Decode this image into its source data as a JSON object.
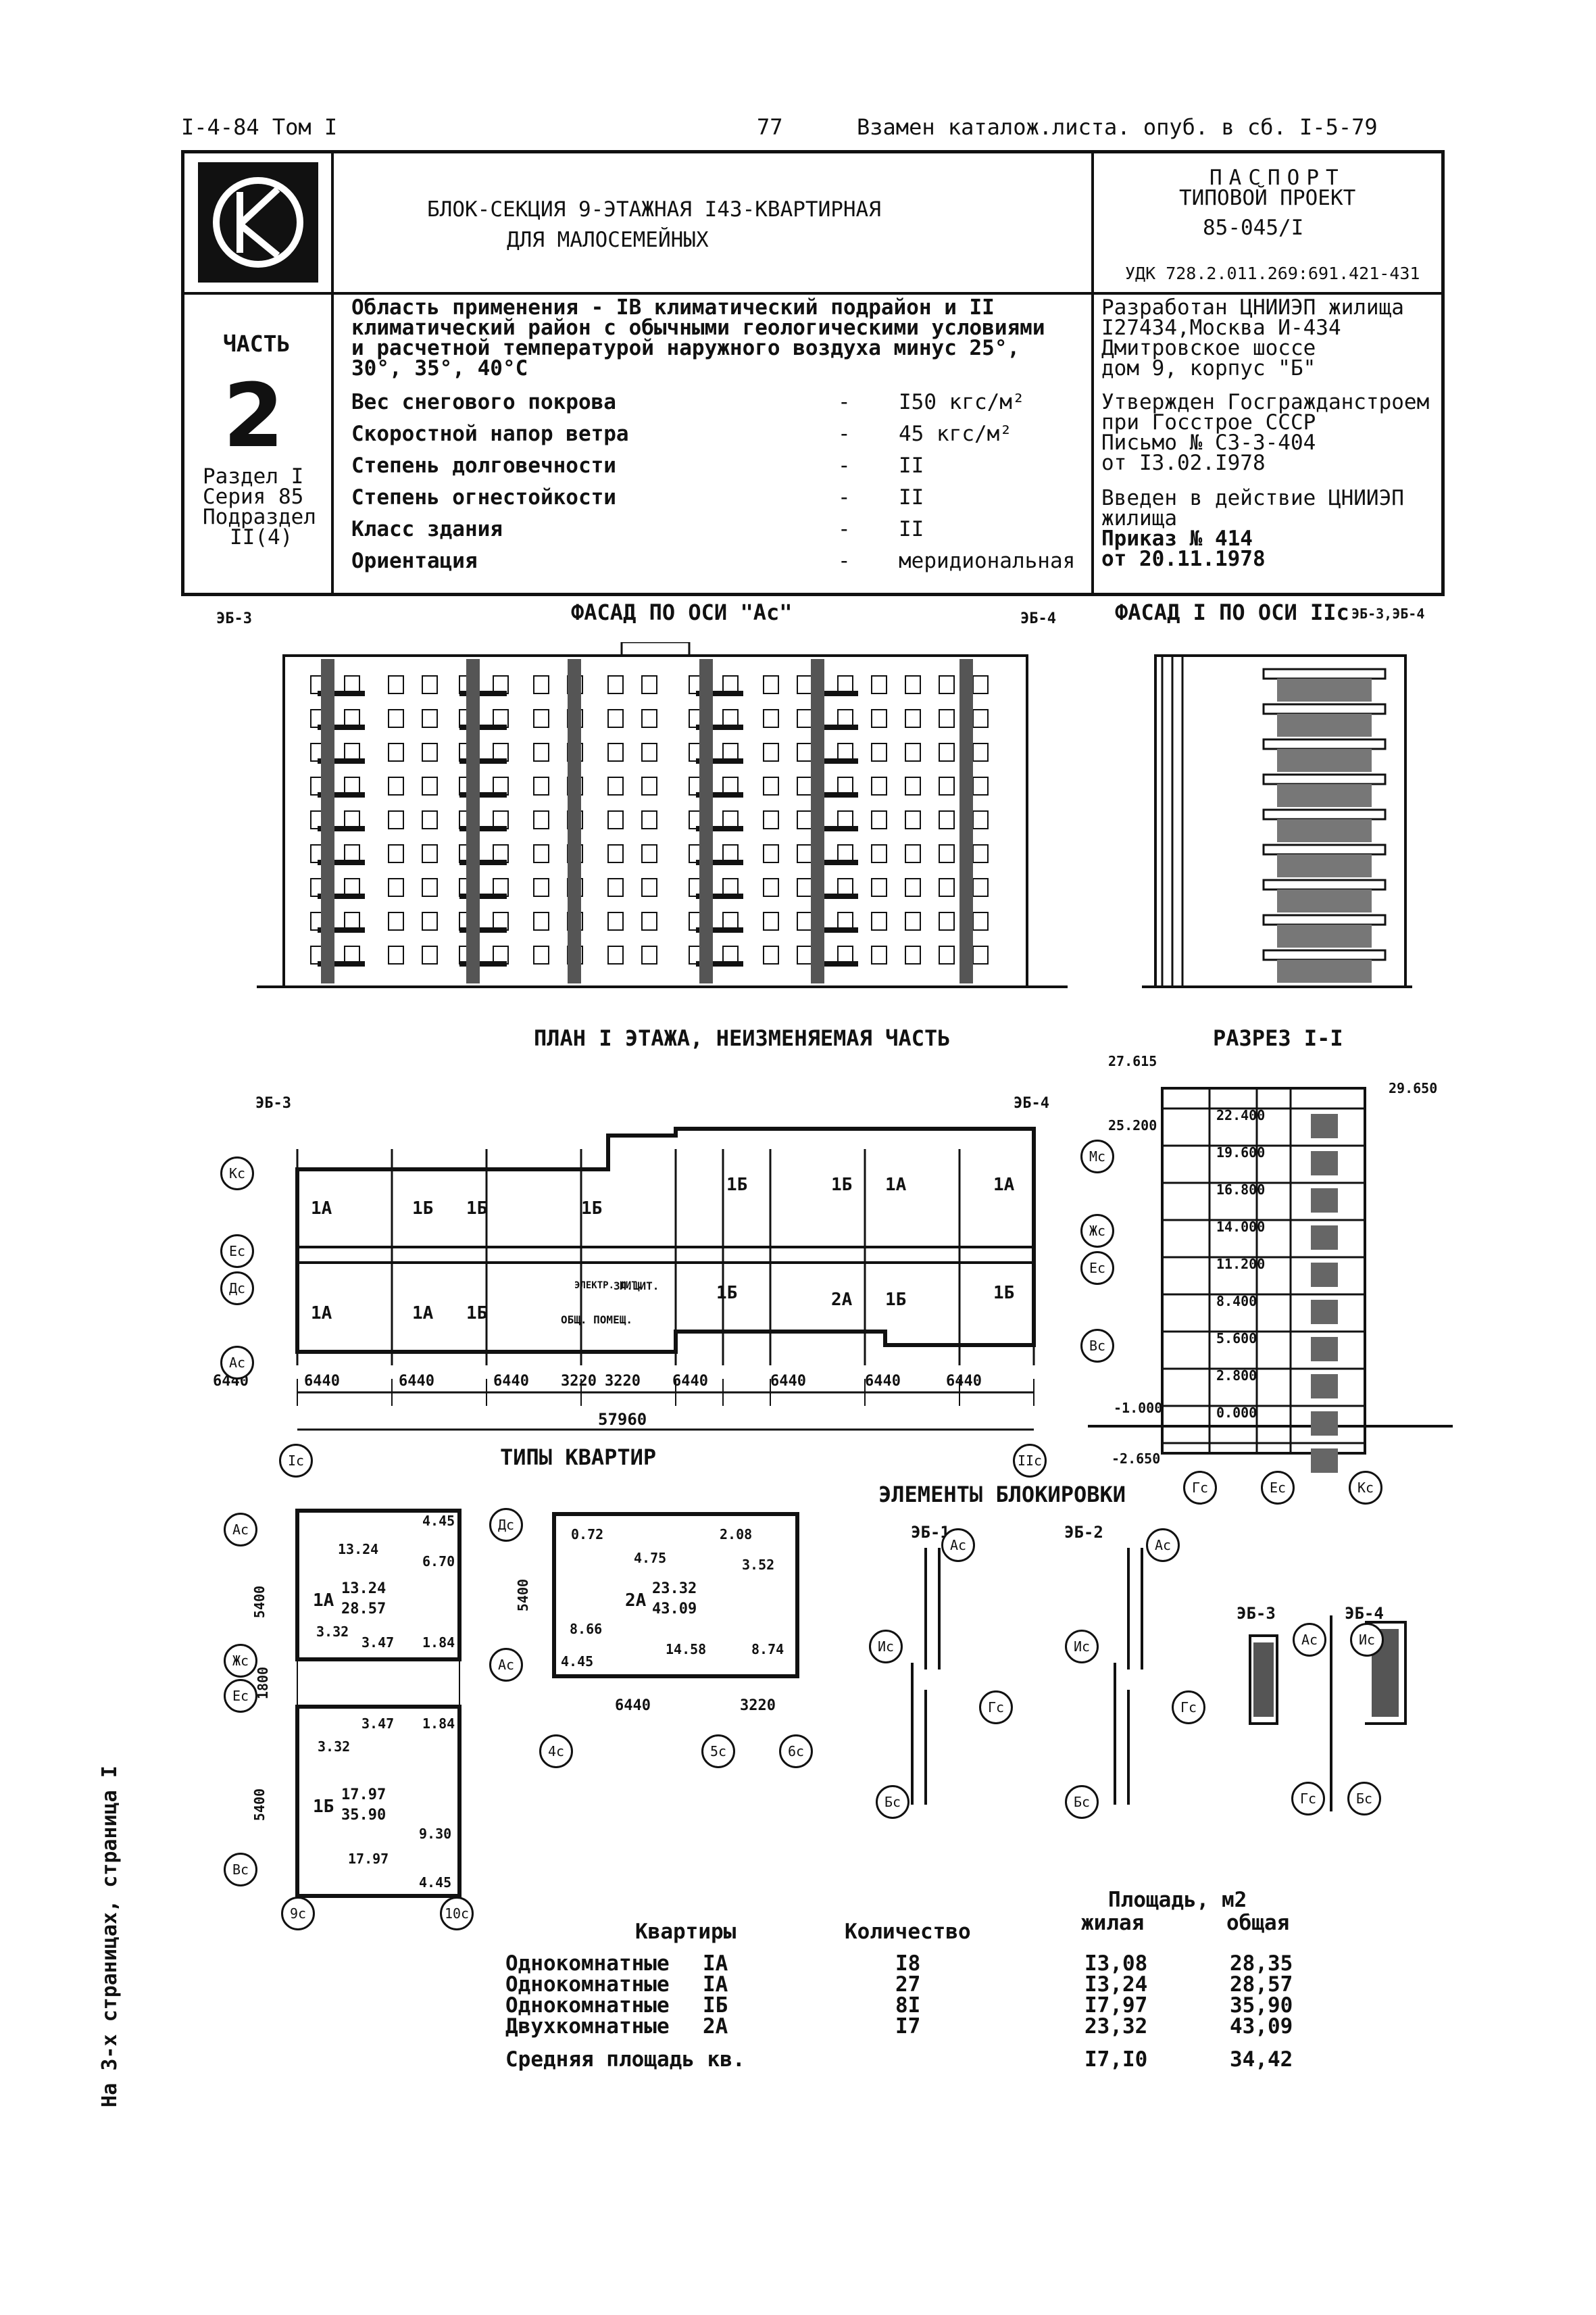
{
  "header": {
    "left": "I-4-84 Том I",
    "page": "77",
    "right": "Взамен каталож.листа. опуб. в сб. I-5-79"
  },
  "logo": {
    "letters": "СК"
  },
  "block_title": {
    "line1": "БЛОК-СЕКЦИЯ 9-ЭТАЖНАЯ I43-КВАРТИРНАЯ",
    "line2": "ДЛЯ МАЛОСЕМЕЙНЫХ"
  },
  "passport": {
    "line1": "ПАСПОРТ",
    "line2": "ТИПОВОЙ ПРОЕКТ",
    "line3": "85-045/I",
    "udk": "УДК 728.2.011.269:691.421-431"
  },
  "part": {
    "label": "ЧАСТЬ",
    "number": "2",
    "section": "Раздел I",
    "series": "Серия 85",
    "subsection_label": "Подраздел",
    "subsection": "II(4)"
  },
  "application": {
    "line1": "Область применения - IB климатический подрайон и II",
    "line2": "климатический район с обычными геологическими условиями",
    "line3": "и расчетной температурой наружного воздуха минус 25°,",
    "line4": "30°, 35°, 40°С"
  },
  "params": [
    {
      "name": "Вес снегового покрова",
      "dash": "-",
      "value": "I50 кгс/м²"
    },
    {
      "name": "Скоростной напор ветра",
      "dash": "-",
      "value": "45 кгс/м²"
    },
    {
      "name": "Степень долговечности",
      "dash": "-",
      "value": "II"
    },
    {
      "name": "Степень огнестойкости",
      "dash": "-",
      "value": "II"
    },
    {
      "name": "Класс здания",
      "dash": "-",
      "value": "II"
    },
    {
      "name": "Ориентация",
      "dash": "-",
      "value": "меридиональная"
    }
  ],
  "developer": {
    "line1": "Разработан ЦНИИЭП жилища",
    "line2": "I27434,Москва И-434",
    "line3": "Дмитровское шоссе",
    "line4": "дом 9, корпус \"Б\"",
    "line5": "Утвержден Госгражданстроем",
    "line6": "при Госстрое СССР",
    "line7": "Письмо № СЗ-3-404",
    "line8": "от I3.02.I978",
    "line9": "Введен в действие ЦНИИЭП",
    "line10": "жилища",
    "line11": "Приказ № 414",
    "line12": "от 20.11.1978"
  },
  "drawings": {
    "facade_title": "ФАСАД ПО ОСИ \"Ас\"",
    "facade_left_tag": "ЭБ-3",
    "facade_right_tag": "ЭБ-4",
    "side_facade_title": "ФАСАД I ПО ОСИ IIс",
    "side_facade_tag": "ЭБ-3,ЭБ-4",
    "plan_title": "ПЛАН I ЭТАЖА, НЕИЗМЕНЯЕМАЯ ЧАСТЬ",
    "plan_left_tag": "ЭБ-3",
    "plan_right_tag": "ЭБ-4",
    "section_title": "РАЗРЕЗ I-I",
    "apartments_title": "ТИПЫ КВАРТИР",
    "blocking_title": "ЭЛЕМЕНТЫ БЛОКИРОВКИ",
    "plan_dims": [
      "6440",
      "6440",
      "6440",
      "6440",
      "3220",
      "3220",
      "6440",
      "6440",
      "6440",
      "6440"
    ],
    "plan_total": "57960",
    "plan_axes_left": [
      "Кс",
      "Ес",
      "Дс",
      "Ас"
    ],
    "plan_axes_right": [
      "Мс",
      "Жс",
      "Ес",
      "Вс"
    ],
    "plan_axis_bottom_left": "Iс",
    "plan_axis_bottom_right": "IIс",
    "plan_rooms": [
      "1А",
      "1Б",
      "1Б",
      "1Б",
      "1Б",
      "1Б",
      "1А",
      "1А",
      "1А",
      "1А",
      "1Б",
      "1Б",
      "2А",
      "1Б",
      "1Б",
      "1А"
    ],
    "plan_notes": [
      "ЗЛ.ЩИТ.",
      "ОБЩ. ПОМЕЩ.",
      "ЭЛЕКТР. ЩИТ."
    ],
    "section_levels": [
      "27.615",
      "25.200",
      "22.400",
      "19.600",
      "16.800",
      "14.000",
      "11.200",
      "8.400",
      "5.600",
      "2.800",
      "0.000",
      "-1.000",
      "-2.650",
      "29.650"
    ],
    "section_axes": [
      "Гс",
      "Ес",
      "Кс"
    ],
    "apt_1a": {
      "name": "1А",
      "living": "13.24",
      "total": "28.57",
      "rooms": [
        "13.24",
        "4.45",
        "6.70",
        "3.32",
        "3.47",
        "1.84"
      ]
    },
    "apt_1b": {
      "name": "1Б",
      "living": "17.97",
      "total": "35.90",
      "rooms": [
        "1.84",
        "3.47",
        "3.32",
        "9.30",
        "17.97",
        "4.45"
      ]
    },
    "apt_2a": {
      "name": "2А",
      "living": "23.32",
      "total": "43.09",
      "rooms": [
        "0.72",
        "2.08",
        "4.75",
        "3.52",
        "8.66",
        "14.58",
        "8.74",
        "4.45"
      ]
    },
    "apt_axes_1": [
      "Ас",
      "Жс",
      "Ес",
      "Вс",
      "9с",
      "10с"
    ],
    "apt_dims_1": [
      "5400",
      "1800",
      "5400"
    ],
    "apt_axes_2": [
      "Дс",
      "Ас",
      "4с",
      "5с",
      "6с"
    ],
    "apt_dims_2": [
      "5400",
      "6440",
      "3220"
    ],
    "blocking_tags": [
      "ЭБ-1",
      "ЭБ-2",
      "ЭБ-3",
      "ЭБ-4"
    ],
    "blocking_axes": [
      "Ас",
      "Ис",
      "Гс",
      "Бс",
      "Ас",
      "Ис",
      "Гс",
      "Бс",
      "Ас",
      "Ис",
      "Гс",
      "Бс"
    ]
  },
  "table": {
    "area_header": "Площадь, м2",
    "col_apartments": "Квартиры",
    "col_count": "Количество",
    "col_living": "жилая",
    "col_total": "общая",
    "rows": [
      {
        "type": "Однокомнатные",
        "code": "IA",
        "count": "I8",
        "living": "I3,08",
        "total": "28,35"
      },
      {
        "type": "Однокомнатные",
        "code": "IA",
        "count": "27",
        "living": "I3,24",
        "total": "28,57"
      },
      {
        "type": "Однокомнатные",
        "code": "IБ",
        "count": "8I",
        "living": "I7,97",
        "total": "35,90"
      },
      {
        "type": "Двухкомнатные",
        "code": "2А",
        "count": "I7",
        "living": "23,32",
        "total": "43,09"
      }
    ],
    "average_label": "Средняя площадь кв.",
    "average_living": "I7,I0",
    "average_total": "34,42"
  },
  "side_note": "На 3-х страницах, страница I"
}
